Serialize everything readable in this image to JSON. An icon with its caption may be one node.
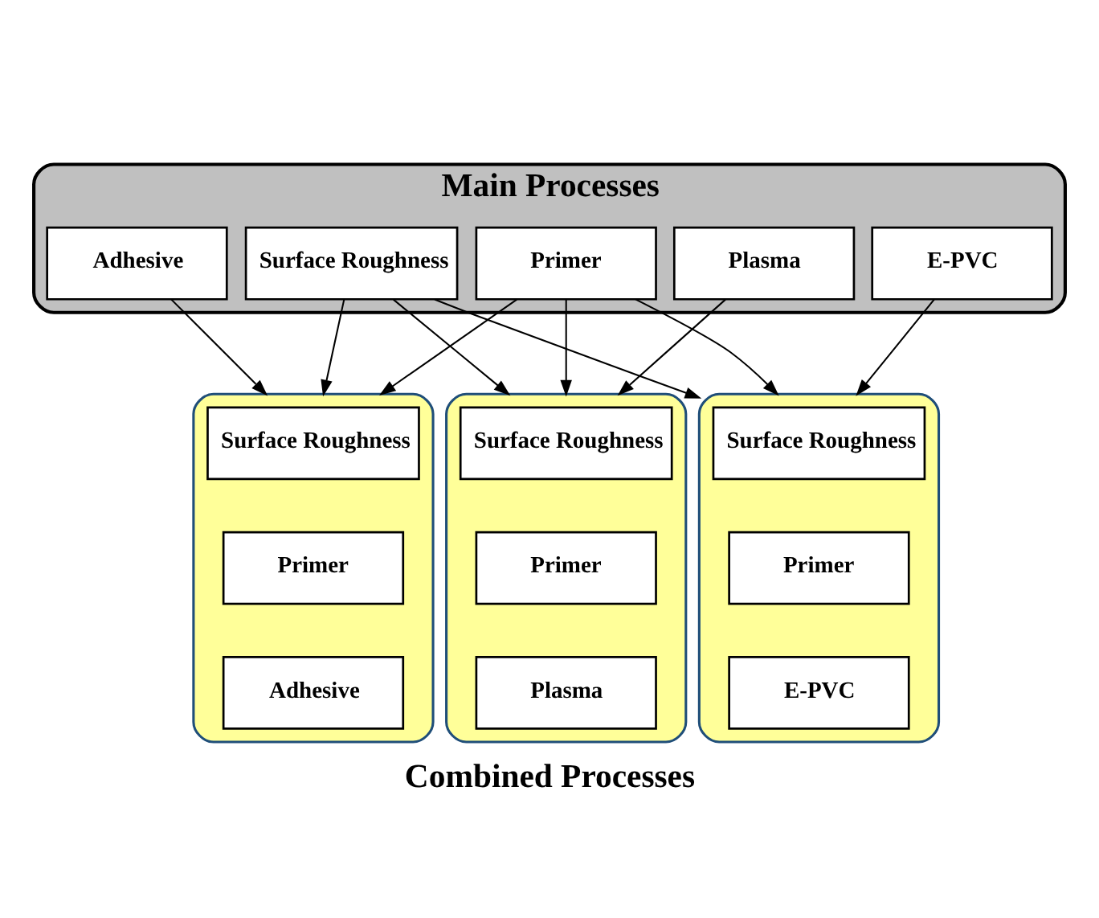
{
  "diagram": {
    "caption": "Combined Processes",
    "nodes": [
      {
        "text": [
          "Main Processes"
        ]
      },
      {
        "text": [
          "Surface Roughness"
        ],
        "in": 0
      },
      {
        "text": [
          "Plasma"
        ],
        "in": 0
      },
      {
        "text": [
          "E-PVC"
        ],
        "in": 0
      },
      {
        "text": [
          "Primer"
        ],
        "in": 0
      },
      {
        "text": [
          "Adhesive"
        ],
        "in": 0
      },
      {
        "text": [],
        "shape": "box"
      },
      {
        "text": [
          "Surface Roughness"
        ],
        "in": 6
      },
      {
        "text": [
          "Primer"
        ],
        "in": 6
      },
      {
        "text": [
          "Adhesive"
        ],
        "in": 6
      },
      {
        "text": [],
        "shape": "box"
      },
      {
        "text": [
          "Surface Roughness"
        ],
        "in": 10
      },
      {
        "text": [
          "Primer"
        ],
        "in": 10
      },
      {
        "text": [
          "Plasma"
        ],
        "in": 10
      },
      {
        "text": [],
        "shape": "box"
      },
      {
        "text": [
          "Surface Roughness"
        ],
        "in": 14
      },
      {
        "text": [
          "Primer"
        ],
        "in": 14
      },
      {
        "text": [
          "E-PVC"
        ],
        "in": 14
      }
    ],
    "edges": [
      {
        "from": 1,
        "to": 6,
        "arrow": "to"
      },
      {
        "from": 1,
        "to": 10,
        "arrow": "to"
      },
      {
        "from": 1,
        "to": 14,
        "arrow": "to"
      },
      {
        "from": 2,
        "to": 10,
        "arrow": "to"
      },
      {
        "from": 3,
        "to": 14,
        "arrow": "to"
      },
      {
        "from": 4,
        "to": 6,
        "arrow": "to"
      },
      {
        "from": 4,
        "to": 10,
        "arrow": "to"
      },
      {
        "from": 4,
        "to": 14,
        "arrow": "to"
      },
      {
        "from": 5,
        "to": 6,
        "arrow": "to"
      }
    ]
  }
}
